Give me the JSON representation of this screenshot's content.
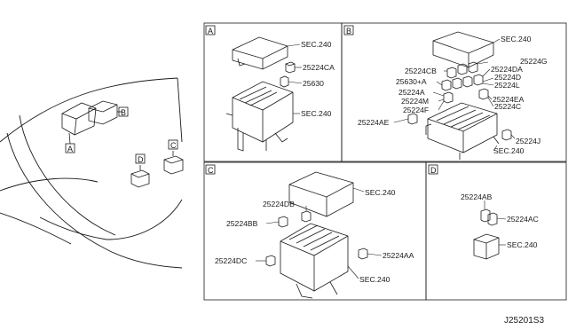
{
  "diagram_id": "J25201S3",
  "panels": {
    "A": {
      "tag": "A",
      "labels": [
        "SEC.240",
        "25224CA",
        "25630",
        "SEC.240"
      ]
    },
    "B": {
      "tag": "B",
      "labels": [
        "SEC.240",
        "25224G",
        "25224CB",
        "25224DA",
        "25630+A",
        "25224D",
        "25224L",
        "25224A",
        "25224EA",
        "25224M",
        "25224C",
        "25224F",
        "25224AE",
        "25224J",
        "SEC.240"
      ]
    },
    "C": {
      "tag": "C",
      "labels": [
        "SEC.240",
        "25224DB",
        "25224BB",
        "25224AA",
        "25224DC",
        "SEC.240"
      ]
    },
    "D": {
      "tag": "D",
      "labels": [
        "25224AB",
        "25224AC",
        "SEC.240"
      ]
    }
  },
  "overview": {
    "callouts": [
      "B",
      "A",
      "C",
      "D"
    ]
  }
}
